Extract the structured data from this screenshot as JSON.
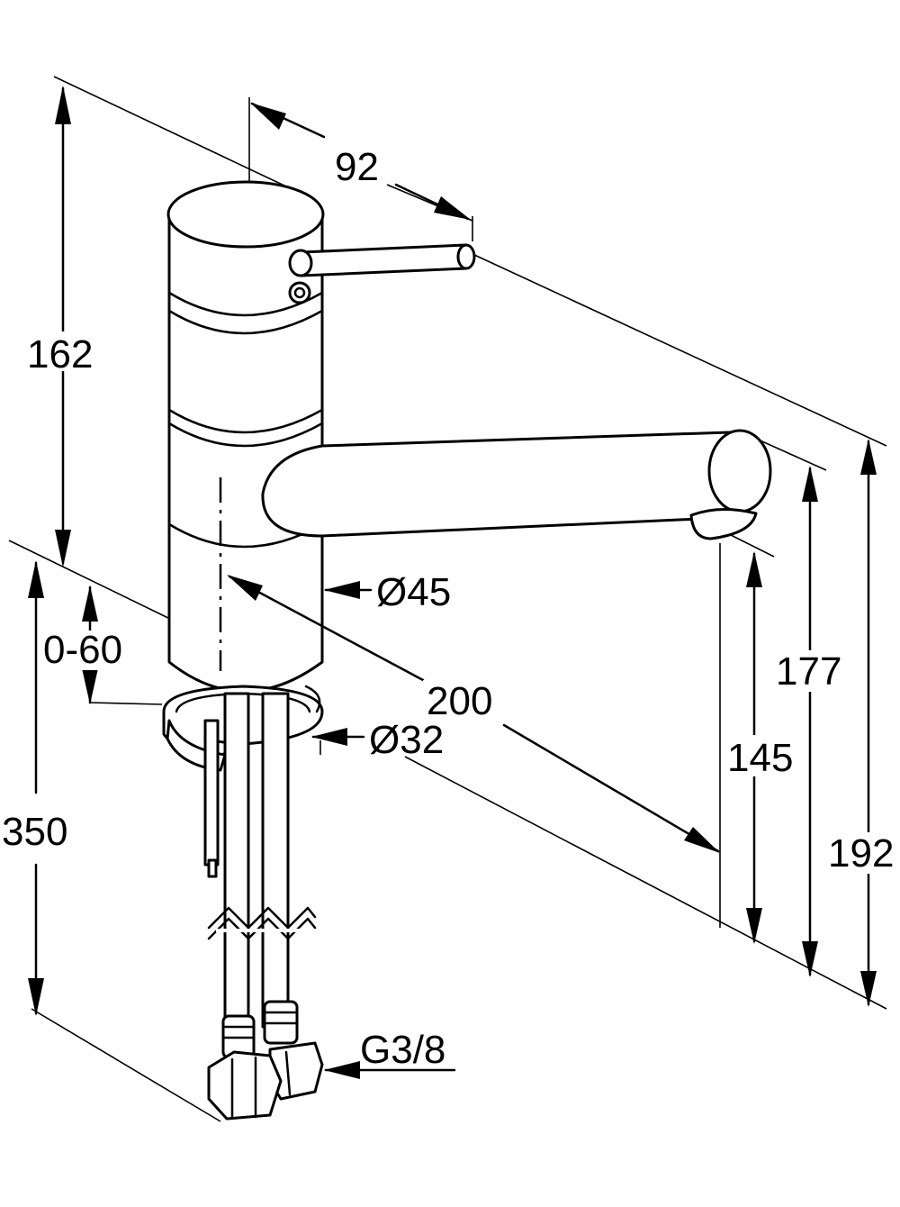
{
  "dimensions": {
    "height_total_left": "162",
    "handle_reach": "92",
    "body_diameter": "Ø45",
    "adjust_range": "0-60",
    "spout_reach": "200",
    "mount_hole_diameter": "Ø32",
    "hose_length": "350",
    "thread_size": "G3/8",
    "spout_outlet_height": "145",
    "spout_top_height": "177",
    "total_height": "192"
  },
  "colors": {
    "line": "#000000",
    "background": "#ffffff"
  }
}
